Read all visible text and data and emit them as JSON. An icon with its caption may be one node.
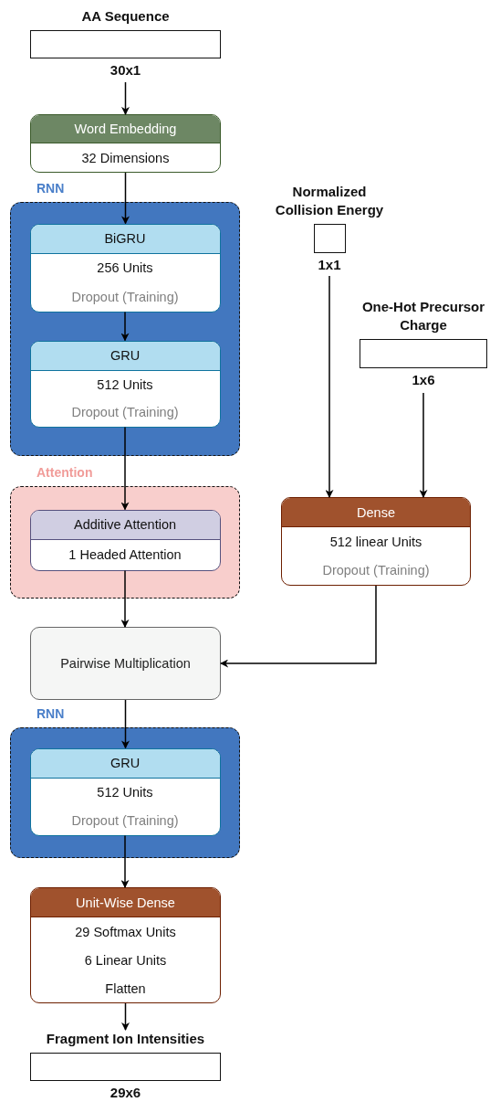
{
  "diagram": {
    "nodes": [
      {
        "text": [
          "AA Sequence"
        ],
        "beside": [
          "30x1"
        ]
      },
      {
        "text": [
          "Word Embedding",
          "32 Dimensions"
        ]
      },
      {
        "text": [
          "RNN"
        ]
      },
      {
        "text": [
          "BiGRU",
          "256 Units",
          "Dropout (Training)"
        ],
        "in": 2
      },
      {
        "text": [
          "GRU",
          "512 Units",
          "Dropout (Training)"
        ],
        "in": 2
      },
      {
        "text": [
          "Normalized Collision Energy"
        ],
        "beside": [
          "1x1"
        ]
      },
      {
        "text": [
          "One-Hot Precursor Charge"
        ],
        "beside": [
          "1x6"
        ]
      },
      {
        "text": [
          "Attention"
        ]
      },
      {
        "text": [
          "Additive Attention",
          "1 Headed Attention"
        ],
        "in": 7
      },
      {
        "text": [
          "Dense",
          "512 linear Units",
          "Dropout (Training)"
        ]
      },
      {
        "text": [
          "Pairwise Multiplication"
        ]
      },
      {
        "text": [
          "RNN"
        ]
      },
      {
        "text": [
          "GRU",
          "512 Units",
          "Dropout (Training)"
        ],
        "in": 11
      },
      {
        "text": [
          "Unit-Wise Dense",
          "29 Softmax Units",
          "6 Linear Units",
          "Flatten"
        ]
      },
      {
        "text": [
          "Fragment Ion Intensities"
        ],
        "beside": [
          "29x6"
        ]
      }
    ],
    "edges": [
      {
        "from": 0,
        "to": 1,
        "arrow": "to"
      },
      {
        "from": 1,
        "to": 3,
        "arrow": "to"
      },
      {
        "from": 3,
        "to": 4,
        "arrow": "to"
      },
      {
        "from": 4,
        "to": 8,
        "arrow": "to"
      },
      {
        "from": 5,
        "to": 9,
        "arrow": "to"
      },
      {
        "from": 6,
        "to": 9,
        "arrow": "to"
      },
      {
        "from": 8,
        "to": 10,
        "arrow": "to"
      },
      {
        "from": 9,
        "to": 10,
        "arrow": "to"
      },
      {
        "from": 10,
        "to": 12,
        "arrow": "to"
      },
      {
        "from": 12,
        "to": 13,
        "arrow": "to"
      },
      {
        "from": 13,
        "to": 14,
        "arrow": "to"
      }
    ]
  }
}
